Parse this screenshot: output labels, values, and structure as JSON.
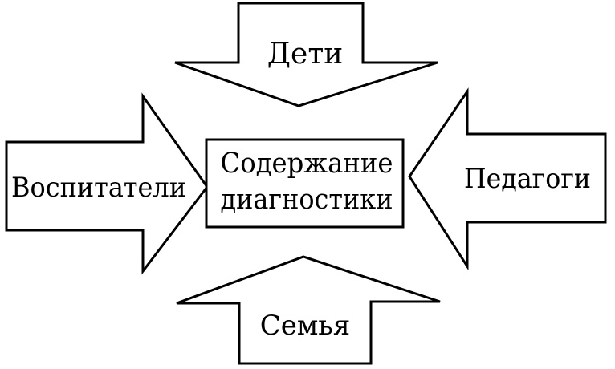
{
  "diagram": {
    "center": {
      "line1": "Содержание",
      "line2": "диагностики"
    },
    "top": {
      "label": "Дети"
    },
    "left": {
      "label": "Воспитатели"
    },
    "right": {
      "label": "Педагоги"
    },
    "bottom": {
      "label": "Семья"
    }
  },
  "colors": {
    "stroke": "#000000",
    "fill": "#ffffff"
  }
}
